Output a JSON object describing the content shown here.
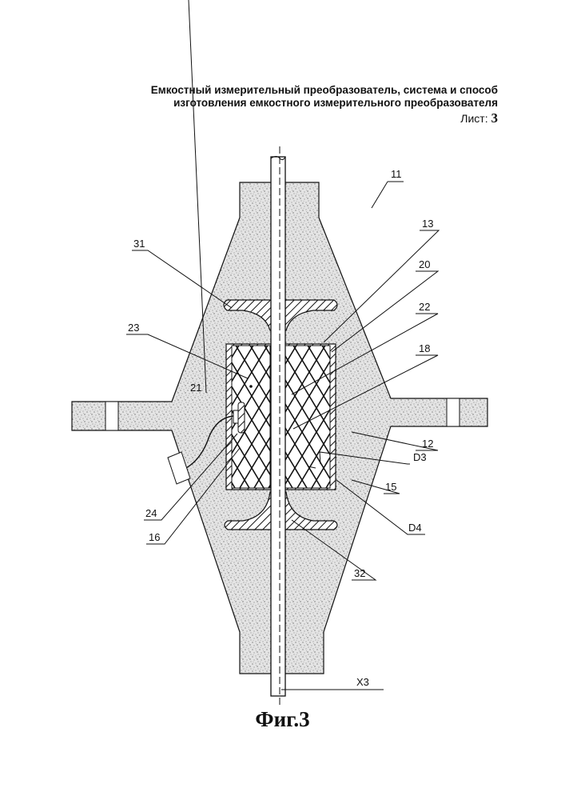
{
  "header": {
    "title_line1": "Емкостный измерительный преобразователь, система и способ",
    "title_line2": "изготовления емкостного измерительного преобразователя",
    "sheet_label": "Лист:",
    "sheet_number": "3"
  },
  "labels": {
    "l11": "11",
    "l31": "31",
    "l13": "13",
    "l20": "20",
    "l22": "22",
    "l23": "23",
    "l18": "18",
    "l21": "21",
    "l12": "12",
    "lD3": "D3",
    "l15": "15",
    "lD4": "D4",
    "l24": "24",
    "l16": "16",
    "l32": "32",
    "lX3": "X3"
  },
  "figure_caption": "Фиг.3"
}
